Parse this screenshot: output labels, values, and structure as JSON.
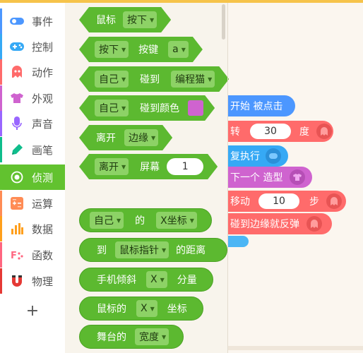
{
  "categories": [
    {
      "label": "事件",
      "icon": "toggle-icon",
      "color": "#4c97ff"
    },
    {
      "label": "控制",
      "icon": "gamepad-icon",
      "color": "#36a9f5"
    },
    {
      "label": "动作",
      "icon": "ghost-icon",
      "color": "#ff6b6b"
    },
    {
      "label": "外观",
      "icon": "tshirt-icon",
      "color": "#cf63cf"
    },
    {
      "label": "声音",
      "icon": "microphone-icon",
      "color": "#9966ff"
    },
    {
      "label": "画笔",
      "icon": "pen-icon",
      "color": "#0fbd8c"
    },
    {
      "label": "侦测",
      "icon": "sensing-icon",
      "color": "#5cb930"
    },
    {
      "label": "运算",
      "icon": "calculator-icon",
      "color": "#ff8c55"
    },
    {
      "label": "数据",
      "icon": "bar-chart-icon",
      "color": "#ff9f1c"
    },
    {
      "label": "函数",
      "icon": "function-icon",
      "color": "#ff6680"
    },
    {
      "label": "物理",
      "icon": "magnet-icon",
      "color": "#e53935"
    }
  ],
  "add_button": "+",
  "blocks": {
    "mouse_down": {
      "label": "鼠标",
      "dropdown": "按下"
    },
    "key_press": {
      "dropdown": "按下",
      "label": "按键",
      "key": "a"
    },
    "touch_sprite": {
      "dropdown1": "自己",
      "label": "碰到",
      "dropdown2": "编程猫"
    },
    "touch_color": {
      "dropdown": "自己",
      "label": "碰到颜色",
      "color": "#cf63cf"
    },
    "leave_edge": {
      "dropdown1": "离开",
      "dropdown2": "边缘"
    },
    "leave_screen": {
      "dropdown": "离开",
      "label": "屏幕",
      "value": "1"
    },
    "x_coord": {
      "dropdown1": "自己",
      "label": "的",
      "dropdown2": "X坐标"
    },
    "distance": {
      "prefix": "到",
      "dropdown": "鼠标指针",
      "label": "的距离"
    },
    "phone_tilt": {
      "label": "手机倾斜",
      "dropdown": "X",
      "suffix": "分量"
    },
    "mouse_coord": {
      "label": "鼠标的",
      "dropdown": "X",
      "suffix": "坐标"
    },
    "stage_prop": {
      "label": "舞台的",
      "dropdown": "宽度"
    }
  },
  "script": {
    "s1": "开始 被点击",
    "s2_label": "转",
    "s2_value": "30",
    "s2_suffix": "度",
    "s3": "复执行",
    "s4": "下一个 造型",
    "s5_label": "移动",
    "s5_value": "10",
    "s5_suffix": "步",
    "s6": "碰到边缘就反弹"
  }
}
